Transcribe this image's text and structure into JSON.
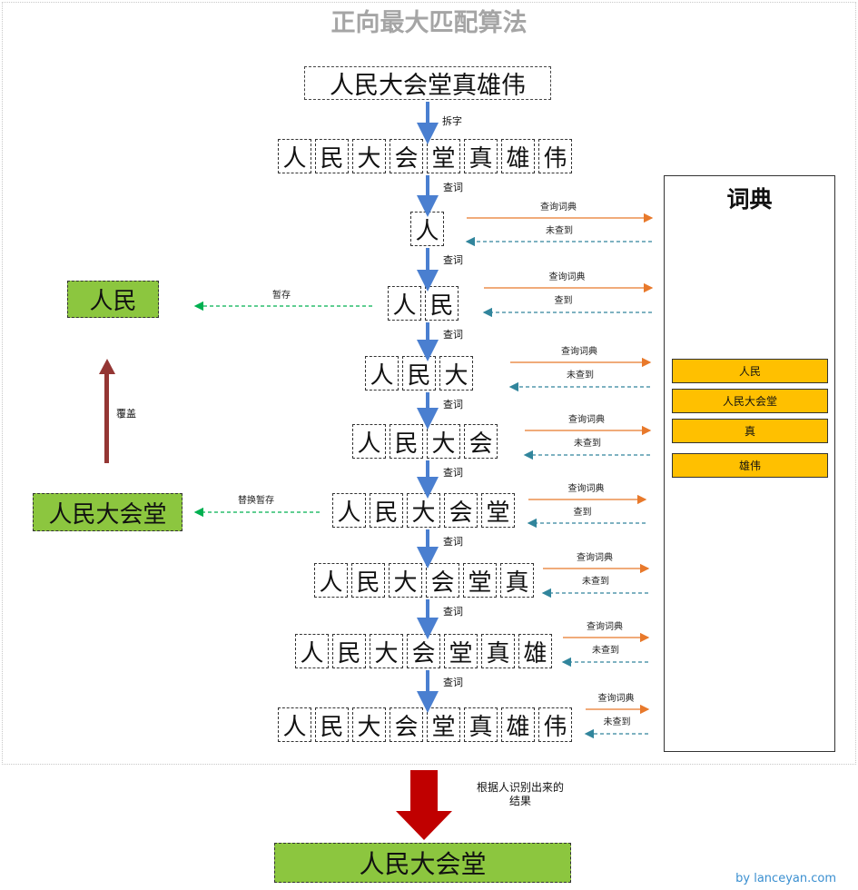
{
  "title": "正向最大匹配算法",
  "sentence": "人民大会堂真雄伟",
  "chars": [
    "人",
    "民",
    "大",
    "会",
    "堂",
    "真",
    "雄",
    "伟"
  ],
  "split_label": "拆字",
  "lookup_label": "查词",
  "query_dict_label": "查询词典",
  "found_label": "查到",
  "not_found_label": "未查到",
  "steps": [
    {
      "chars": [
        "人",
        "民",
        "大",
        "会",
        "堂",
        "真",
        "雄",
        "伟"
      ]
    },
    {
      "chars": [
        "人"
      ],
      "result": "未查到"
    },
    {
      "chars": [
        "人",
        "民"
      ],
      "result": "查到"
    },
    {
      "chars": [
        "人",
        "民",
        "大"
      ],
      "result": "未查到"
    },
    {
      "chars": [
        "人",
        "民",
        "大",
        "会"
      ],
      "result": "未查到"
    },
    {
      "chars": [
        "人",
        "民",
        "大",
        "会",
        "堂"
      ],
      "result": "查到"
    },
    {
      "chars": [
        "人",
        "民",
        "大",
        "会",
        "堂",
        "真"
      ],
      "result": "未查到"
    },
    {
      "chars": [
        "人",
        "民",
        "大",
        "会",
        "堂",
        "真",
        "雄"
      ],
      "result": "未查到"
    },
    {
      "chars": [
        "人",
        "民",
        "大",
        "会",
        "堂",
        "真",
        "雄",
        "伟"
      ],
      "result": "未查到"
    }
  ],
  "temp_storage": {
    "label": "暂存",
    "value": "人民"
  },
  "replace_storage": {
    "label": "替换暂存",
    "value": "人民大会堂"
  },
  "overwrite_label": "覆盖",
  "dictionary": {
    "title": "词典",
    "entries": [
      "人民",
      "人民大会堂",
      "真",
      "雄伟"
    ]
  },
  "result_caption": "根据人识别出来的结果",
  "result_caption_line1": "根据人识别出来的",
  "result_caption_line2": "结果",
  "final_result": "人民大会堂",
  "credit": "by lanceyan.com",
  "colors": {
    "green": "#8cc63f",
    "orange": "#ffc000",
    "blue_arrow": "#4a7fd0",
    "red_arrow": "#c00000",
    "dark_red": "#943634",
    "query_arrow": "#e8792b",
    "return_arrow": "#31859c",
    "store_arrow": "#00b050"
  }
}
